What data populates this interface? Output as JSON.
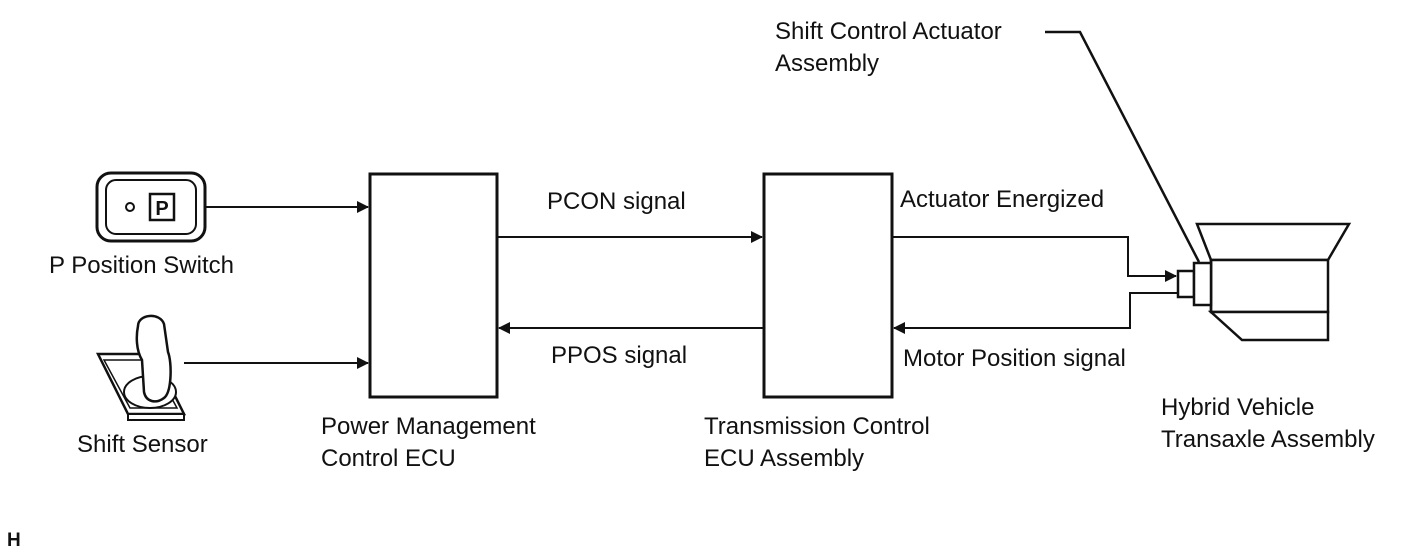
{
  "components": {
    "p_position_switch": {
      "label": "P Position Switch",
      "icon_letter": "P"
    },
    "shift_sensor": {
      "label": "Shift Sensor"
    },
    "power_management_ecu": {
      "label_line1": "Power Management",
      "label_line2": "Control ECU"
    },
    "transmission_control_ecu": {
      "label_line1": "Transmission Control",
      "label_line2": "ECU Assembly"
    },
    "shift_control_actuator": {
      "label_line1": "Shift Control Actuator",
      "label_line2": "Assembly"
    },
    "hybrid_transaxle": {
      "label_line1": "Hybrid Vehicle",
      "label_line2": "Transaxle Assembly"
    }
  },
  "signals": {
    "pcon": "PCON signal",
    "ppos": "PPOS signal",
    "actuator_energized": "Actuator Energized",
    "motor_position": "Motor Position signal"
  },
  "corner_mark": "H"
}
